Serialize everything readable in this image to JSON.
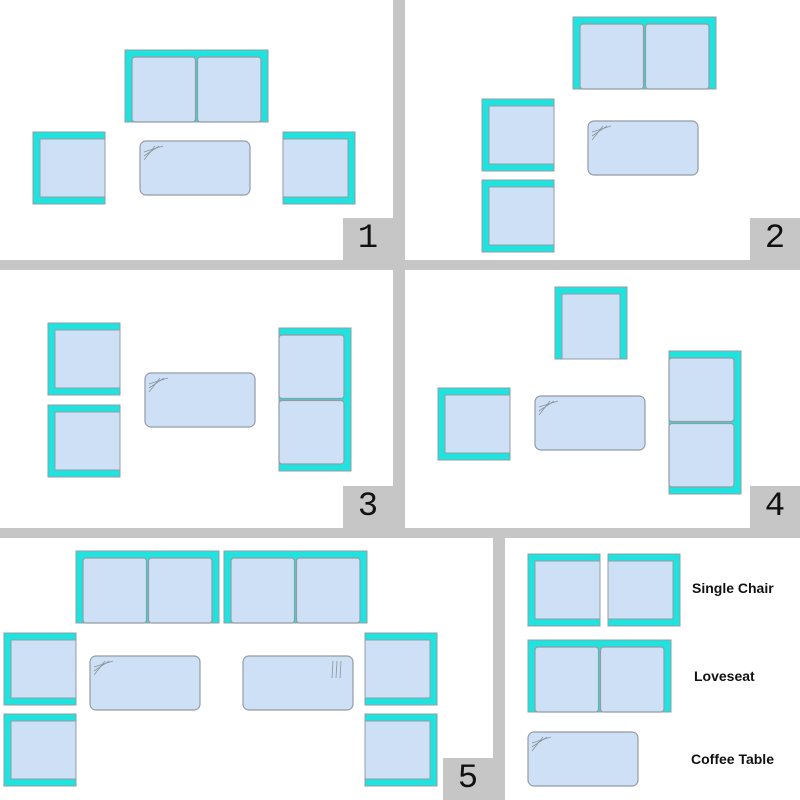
{
  "colors": {
    "frame": "#1fe3de",
    "cushion": "#cde0f5",
    "outline": "#959ba3",
    "background": "#c6c6c6",
    "panel": "#ffffff"
  },
  "panels": [
    {
      "number": "1",
      "pieces": [
        "loveseat",
        "single-chair",
        "single-chair",
        "coffee-table"
      ]
    },
    {
      "number": "2",
      "pieces": [
        "loveseat",
        "single-chair",
        "single-chair",
        "coffee-table"
      ]
    },
    {
      "number": "3",
      "pieces": [
        "single-chair",
        "single-chair",
        "coffee-table",
        "loveseat"
      ]
    },
    {
      "number": "4",
      "pieces": [
        "single-chair",
        "single-chair",
        "coffee-table",
        "loveseat"
      ]
    },
    {
      "number": "5",
      "pieces": [
        "loveseat",
        "loveseat",
        "single-chair",
        "single-chair",
        "single-chair",
        "single-chair",
        "coffee-table",
        "coffee-table"
      ]
    }
  ],
  "legend": [
    {
      "label": "Single Chair"
    },
    {
      "label": "Loveseat"
    },
    {
      "label": "Coffee Table"
    }
  ]
}
